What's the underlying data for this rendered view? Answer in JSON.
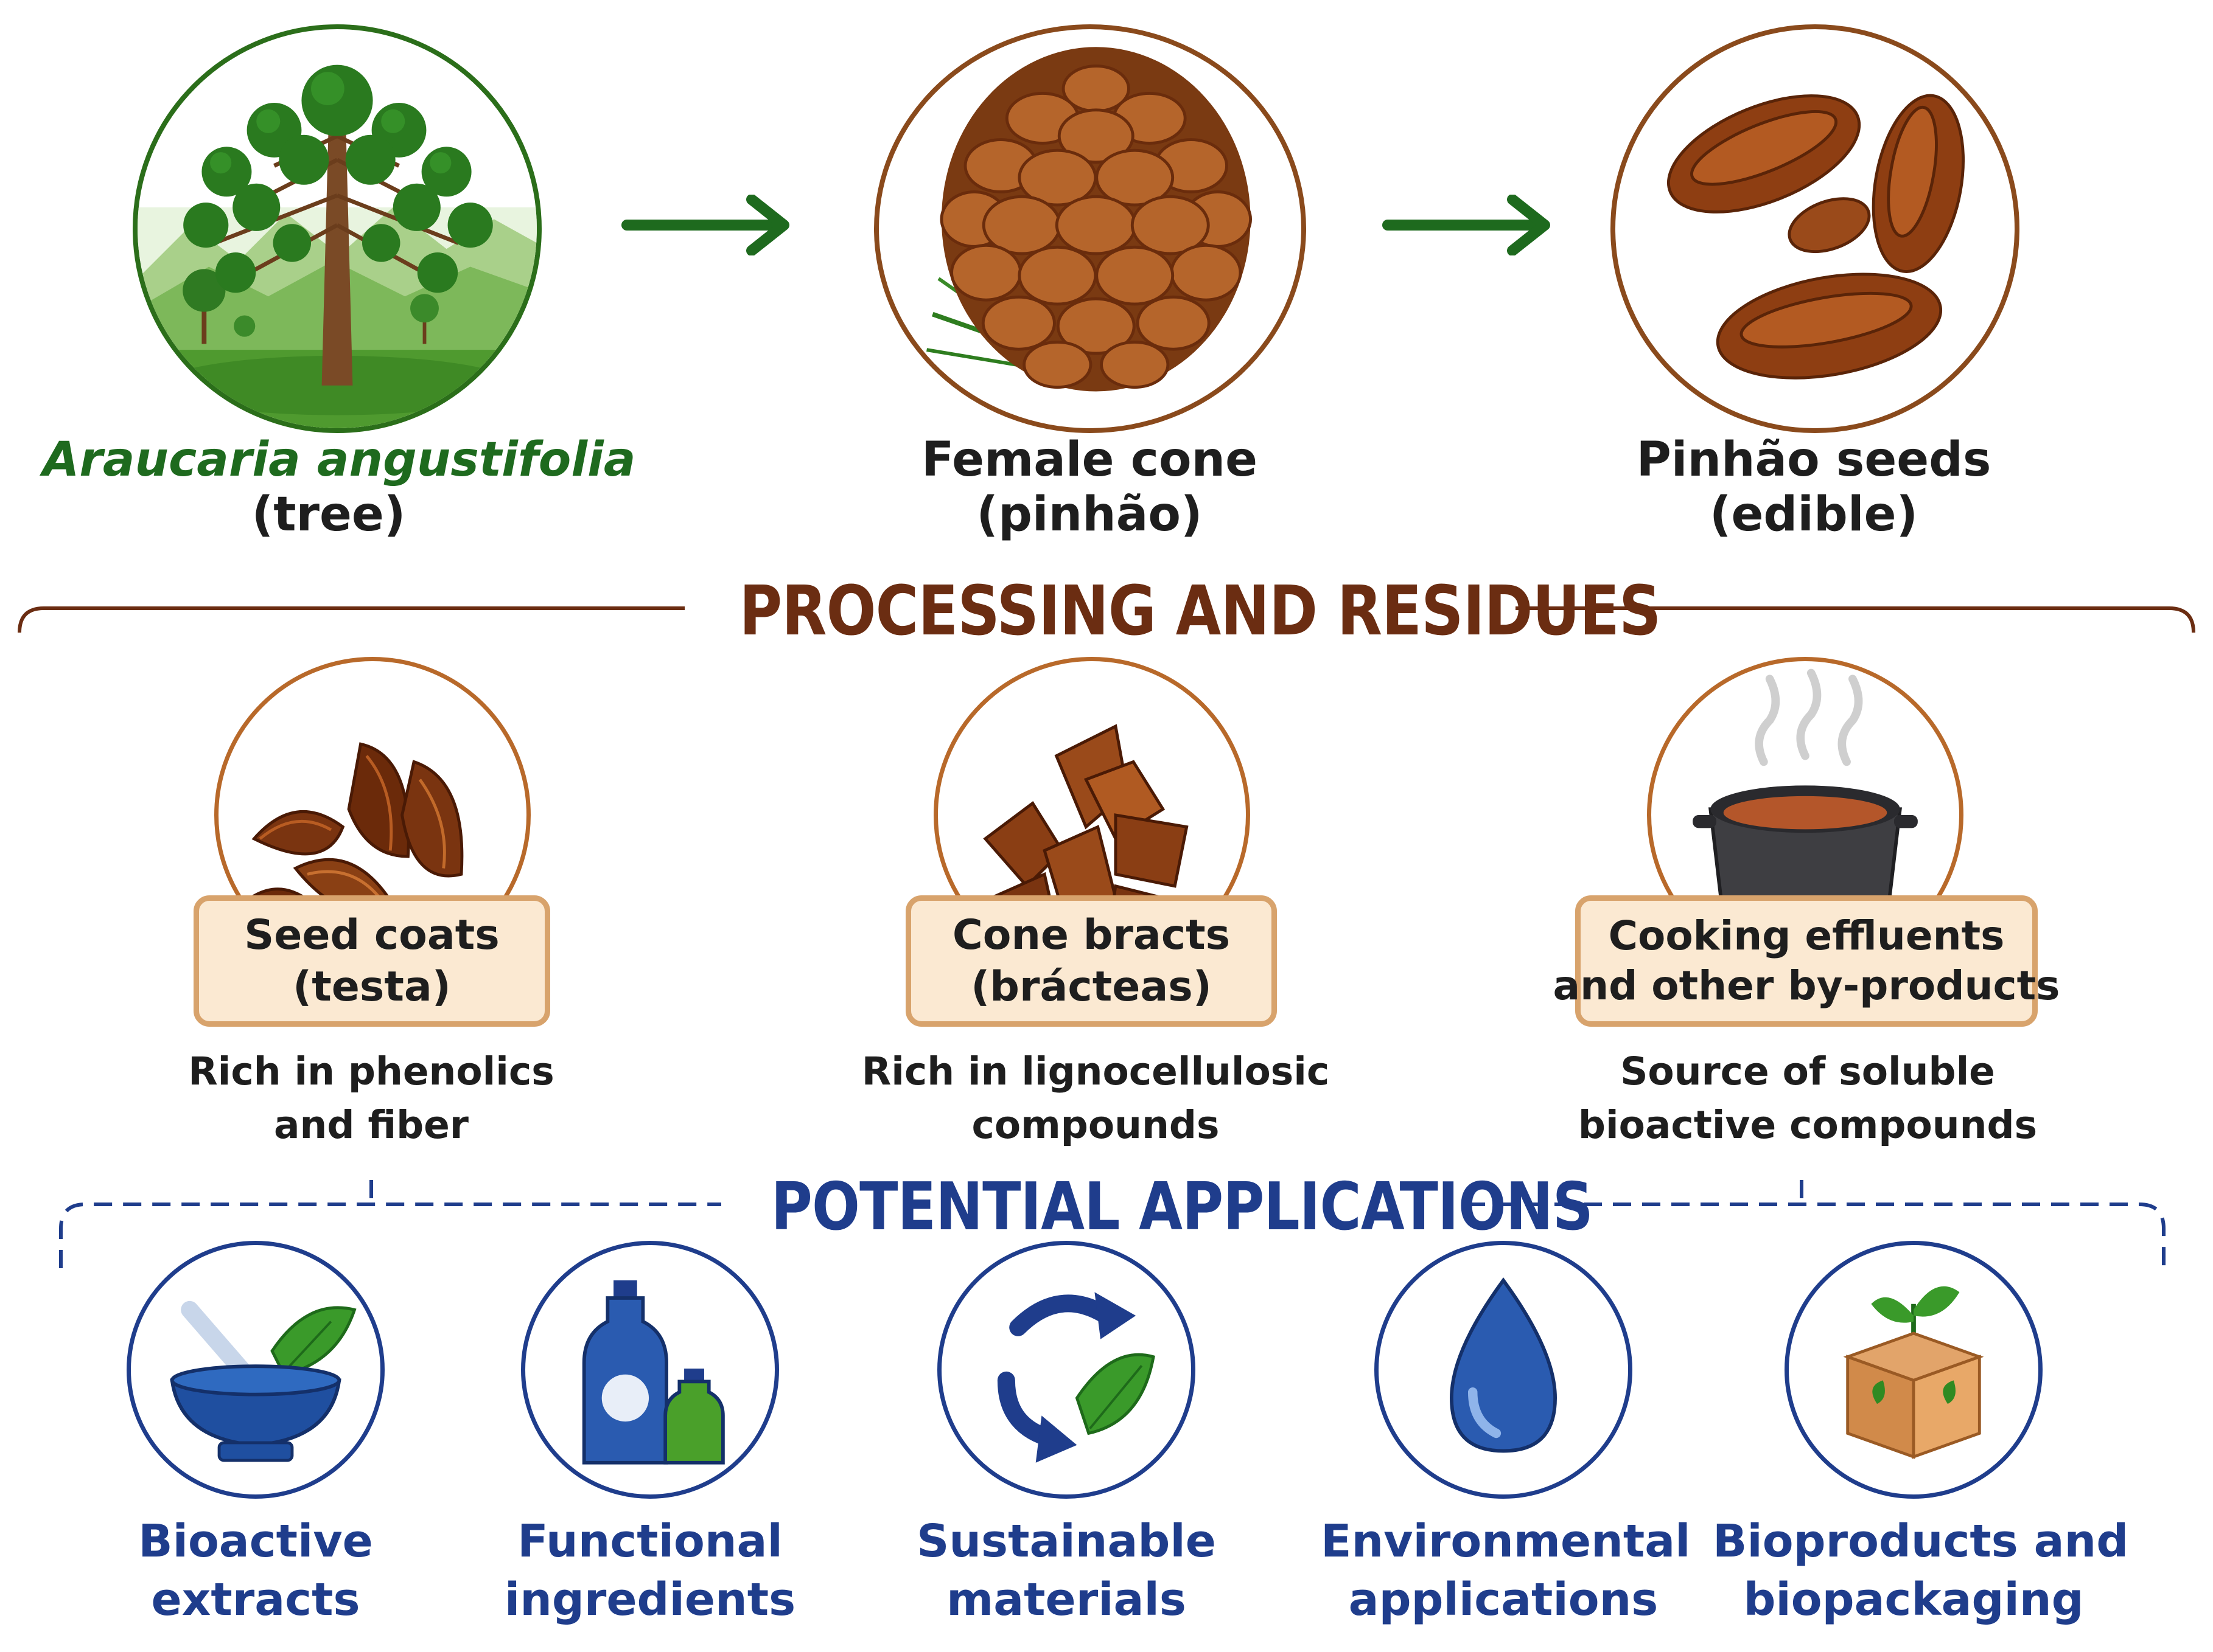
{
  "top": [
    {
      "title": "Araucaria angustifolia",
      "subtitle": "(tree)",
      "icon": "araucaria-tree-icon"
    },
    {
      "title": "Female cone",
      "subtitle": "(pinhão)",
      "icon": "pine-cone-icon"
    },
    {
      "title": "Pinhão seeds",
      "subtitle": "(edible)",
      "icon": "seeds-icon"
    }
  ],
  "processing": {
    "title": "PROCESSING AND RESIDUES",
    "items": [
      {
        "box_line1": "Seed coats",
        "box_line2": "(testa)",
        "desc_line1": "Rich in phenolics",
        "desc_line2": "and fiber",
        "icon": "seed-coats-icon"
      },
      {
        "box_line1": "Cone bracts",
        "box_line2": "(brácteas)",
        "desc_line1": "Rich in lignocellulosic",
        "desc_line2": "compounds",
        "icon": "cone-bracts-icon"
      },
      {
        "box_line1": "Cooking effluents",
        "box_line2": "and other by-products",
        "desc_line1": "Source of soluble",
        "desc_line2": "bioactive compounds",
        "icon": "cooking-pot-icon"
      }
    ]
  },
  "applications": {
    "title": "POTENTIAL APPLICATIONS",
    "items": [
      {
        "line1": "Bioactive",
        "line2": "extracts",
        "icon": "mortar-pestle-icon"
      },
      {
        "line1": "Functional",
        "line2": "ingredients",
        "icon": "bottles-icon"
      },
      {
        "line1": "Sustainable",
        "line2": "materials",
        "icon": "recycle-icon"
      },
      {
        "line1": "Environmental",
        "line2": "applications",
        "icon": "water-drop-icon"
      },
      {
        "line1": "Bioproducts and",
        "line2": "biopackaging",
        "icon": "box-sprout-icon"
      }
    ]
  },
  "colors": {
    "green": "#1e6a1e",
    "brown": "#6b2d12",
    "circle_brown": "#8a4a1c",
    "navy": "#1f3d8c",
    "box_fill": "#fbe9d2",
    "box_border": "#d8a36c"
  }
}
